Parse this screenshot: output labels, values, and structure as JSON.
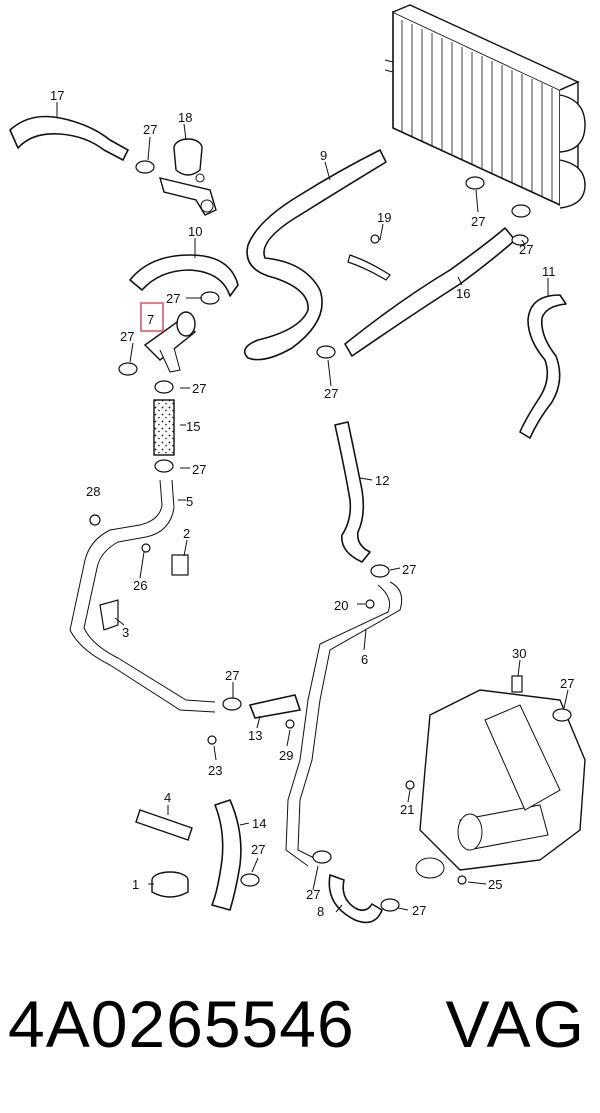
{
  "diagram": {
    "labels": {
      "p1": "1",
      "p2": "2",
      "p3": "3",
      "p4": "4",
      "p5": "5",
      "p6": "6",
      "p7": "7",
      "p8": "8",
      "p9": "9",
      "p10": "10",
      "p11": "11",
      "p12": "12",
      "p13": "13",
      "p14": "14",
      "p15": "15",
      "p16": "16",
      "p17": "17",
      "p18": "18",
      "p19": "19",
      "p20": "20",
      "p21": "21",
      "p23": "23",
      "p25": "25",
      "p26": "26",
      "p28": "28",
      "p29": "29",
      "p30": "30",
      "clamp": "27"
    },
    "highlight_color": "#e05a6a"
  },
  "footer": {
    "part_number": "4A0265546",
    "brand": "VAG"
  }
}
